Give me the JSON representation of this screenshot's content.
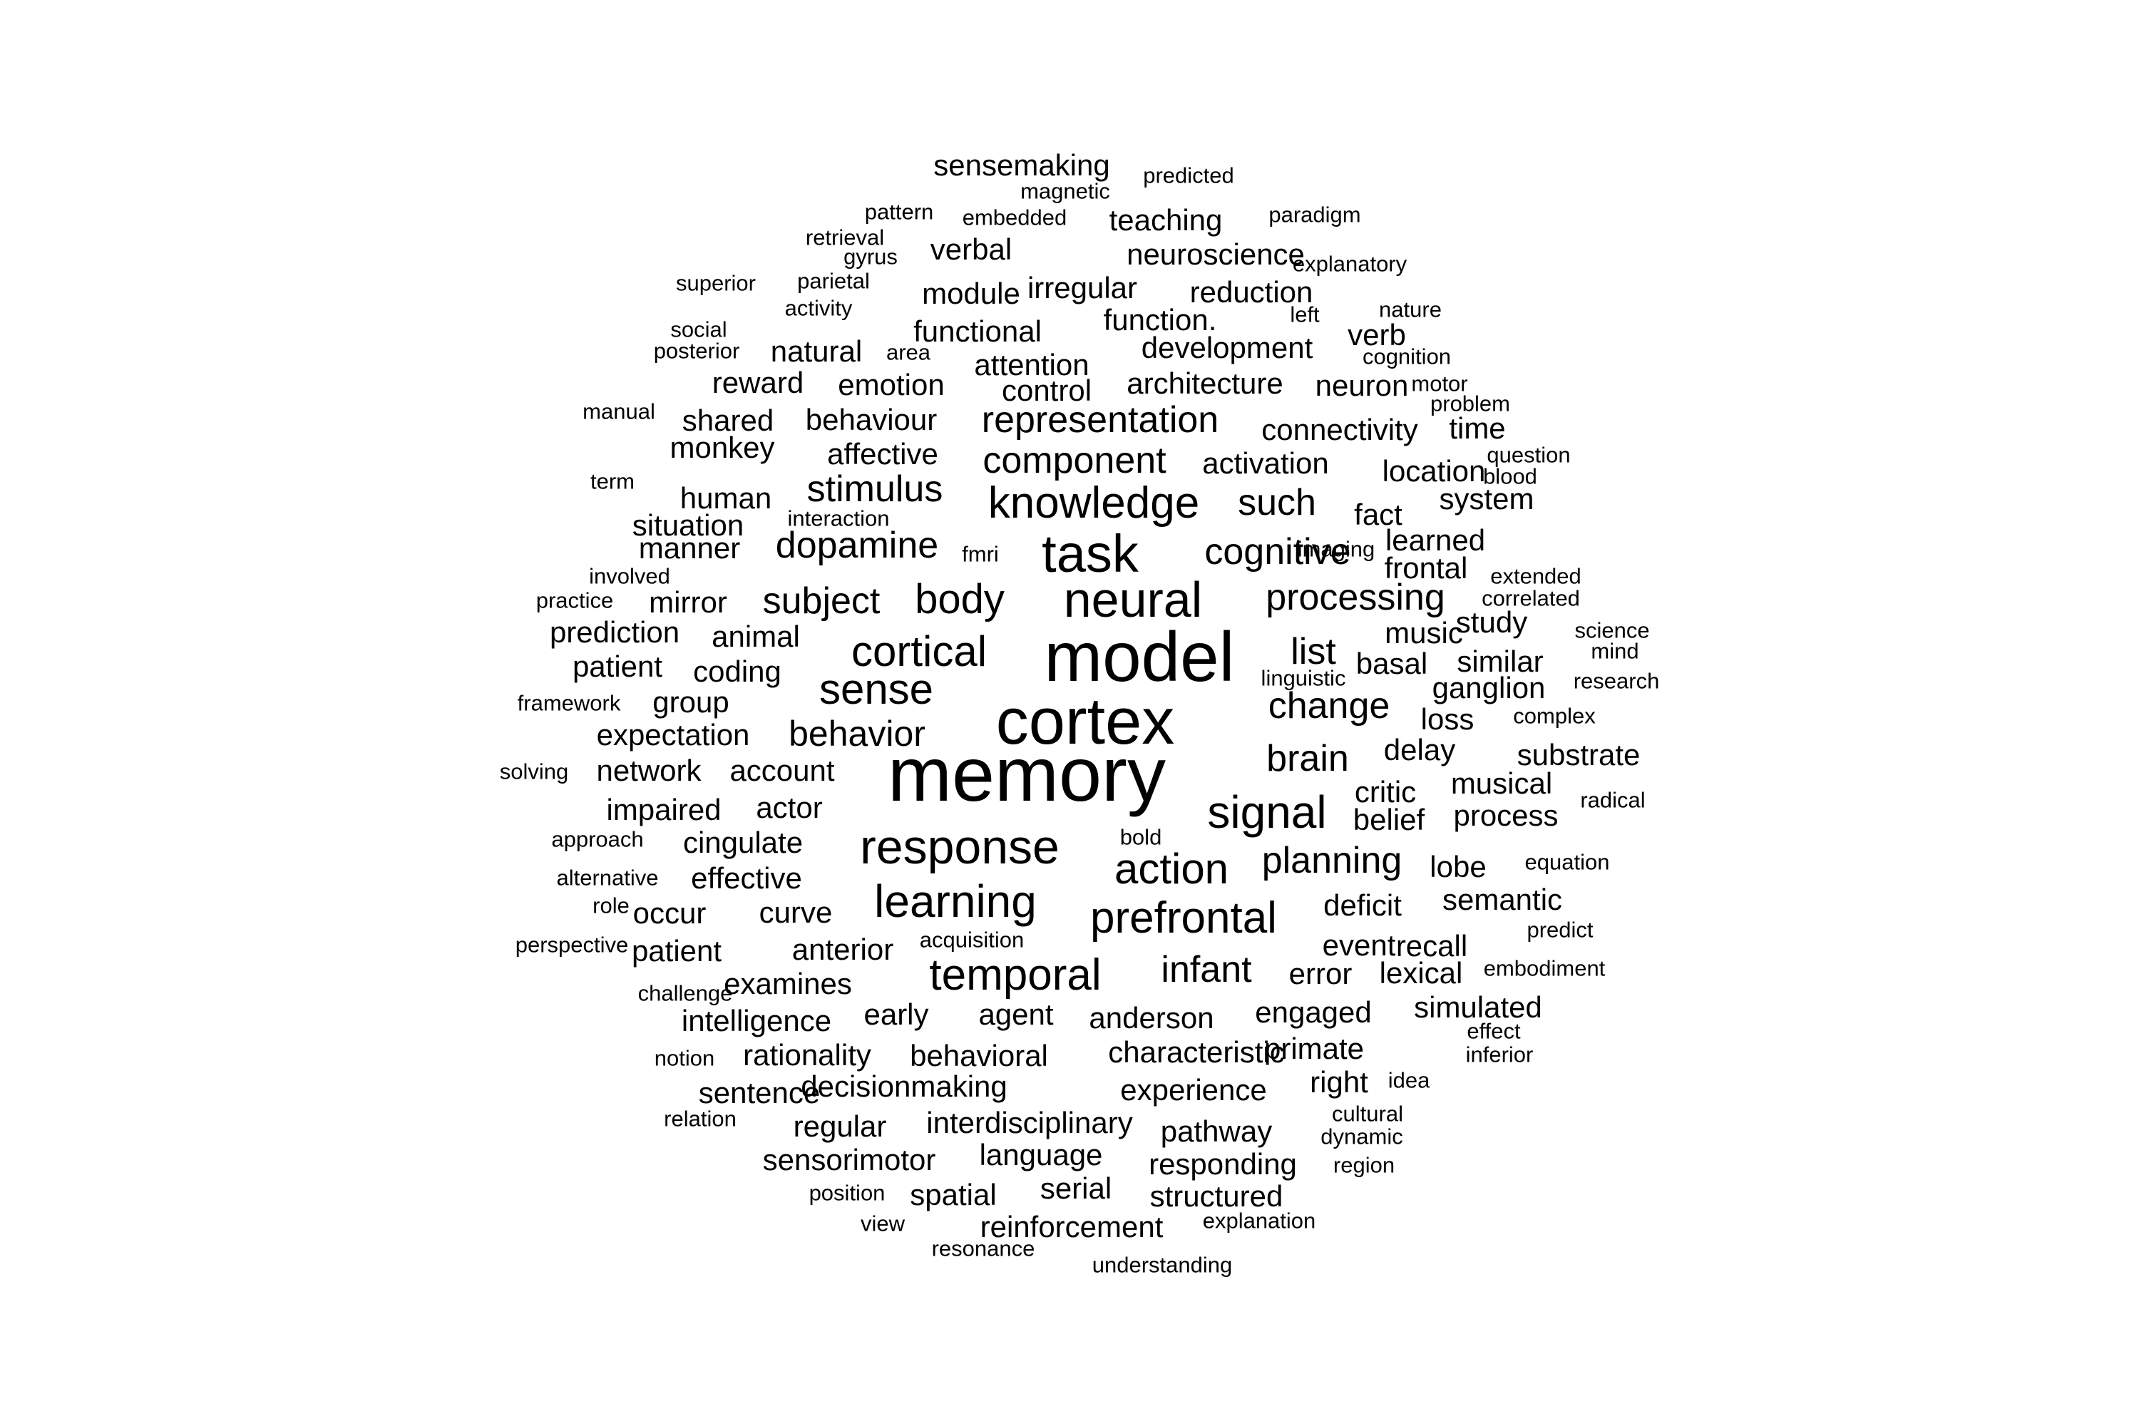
{
  "text_color": "#000000",
  "background_color": "#ffffff",
  "words": [
    {
      "text": "memory",
      "weight": 100
    },
    {
      "text": "cortex",
      "weight": 95
    },
    {
      "text": "model",
      "weight": 92
    },
    {
      "text": "task",
      "weight": 74
    },
    {
      "text": "response",
      "weight": 72
    },
    {
      "text": "neural",
      "weight": 71
    },
    {
      "text": "learning",
      "weight": 64
    },
    {
      "text": "prefrontal",
      "weight": 63
    },
    {
      "text": "temporal",
      "weight": 62
    },
    {
      "text": "knowledge",
      "weight": 62
    },
    {
      "text": "signal",
      "weight": 62
    },
    {
      "text": "action",
      "weight": 58
    },
    {
      "text": "cortical",
      "weight": 58
    },
    {
      "text": "sense",
      "weight": 57
    },
    {
      "text": "body",
      "weight": 56
    },
    {
      "text": "dopamine",
      "weight": 52
    },
    {
      "text": "cognitive",
      "weight": 52
    },
    {
      "text": "processing",
      "weight": 50
    },
    {
      "text": "stimulus",
      "weight": 50
    },
    {
      "text": "representation",
      "weight": 50
    },
    {
      "text": "component",
      "weight": 50
    },
    {
      "text": "behavior",
      "weight": 50
    },
    {
      "text": "subject",
      "weight": 50
    },
    {
      "text": "infant",
      "weight": 50
    },
    {
      "text": "planning",
      "weight": 50
    },
    {
      "text": "such",
      "weight": 50
    },
    {
      "text": "list",
      "weight": 50
    },
    {
      "text": "change",
      "weight": 50
    },
    {
      "text": "brain",
      "weight": 50
    },
    {
      "text": "teaching",
      "weight": 40
    },
    {
      "text": "verbal",
      "weight": 40
    },
    {
      "text": "neuroscience",
      "weight": 40
    },
    {
      "text": "module",
      "weight": 40
    },
    {
      "text": "irregular",
      "weight": 40
    },
    {
      "text": "reduction",
      "weight": 40
    },
    {
      "text": "functional",
      "weight": 40
    },
    {
      "text": "function.",
      "weight": 40
    },
    {
      "text": "verb",
      "weight": 40
    },
    {
      "text": "natural",
      "weight": 40
    },
    {
      "text": "development",
      "weight": 40
    },
    {
      "text": "attention",
      "weight": 40
    },
    {
      "text": "reward",
      "weight": 40
    },
    {
      "text": "emotion",
      "weight": 40
    },
    {
      "text": "control",
      "weight": 40
    },
    {
      "text": "architecture",
      "weight": 40
    },
    {
      "text": "neuron",
      "weight": 40
    },
    {
      "text": "shared",
      "weight": 40
    },
    {
      "text": "behaviour",
      "weight": 40
    },
    {
      "text": "connectivity",
      "weight": 40
    },
    {
      "text": "time",
      "weight": 40
    },
    {
      "text": "monkey",
      "weight": 40
    },
    {
      "text": "affective",
      "weight": 40
    },
    {
      "text": "activation",
      "weight": 40
    },
    {
      "text": "location",
      "weight": 40
    },
    {
      "text": "human",
      "weight": 40
    },
    {
      "text": "system",
      "weight": 40
    },
    {
      "text": "situation",
      "weight": 40
    },
    {
      "text": "fact",
      "weight": 40
    },
    {
      "text": "manner",
      "weight": 40
    },
    {
      "text": "learned",
      "weight": 40
    },
    {
      "text": "frontal",
      "weight": 40
    },
    {
      "text": "mirror",
      "weight": 40
    },
    {
      "text": "study",
      "weight": 40
    },
    {
      "text": "prediction",
      "weight": 40
    },
    {
      "text": "animal",
      "weight": 40
    },
    {
      "text": "music",
      "weight": 40
    },
    {
      "text": "patient",
      "weight": 40
    },
    {
      "text": "coding",
      "weight": 40
    },
    {
      "text": "basal",
      "weight": 40
    },
    {
      "text": "similar",
      "weight": 40
    },
    {
      "text": "ganglion",
      "weight": 40
    },
    {
      "text": "group",
      "weight": 40
    },
    {
      "text": "loss",
      "weight": 40
    },
    {
      "text": "expectation",
      "weight": 40
    },
    {
      "text": "delay",
      "weight": 40
    },
    {
      "text": "substrate",
      "weight": 40
    },
    {
      "text": "network",
      "weight": 40
    },
    {
      "text": "account",
      "weight": 40
    },
    {
      "text": "critic",
      "weight": 40
    },
    {
      "text": "musical",
      "weight": 40
    },
    {
      "text": "impaired",
      "weight": 40
    },
    {
      "text": "actor",
      "weight": 40
    },
    {
      "text": "belief",
      "weight": 40
    },
    {
      "text": "process",
      "weight": 40
    },
    {
      "text": "cingulate",
      "weight": 40
    },
    {
      "text": "effective",
      "weight": 40
    },
    {
      "text": "lobe",
      "weight": 40
    },
    {
      "text": "occur",
      "weight": 40
    },
    {
      "text": "curve",
      "weight": 40
    },
    {
      "text": "deficit",
      "weight": 40
    },
    {
      "text": "semantic",
      "weight": 40
    },
    {
      "text": "patient",
      "weight": 40
    },
    {
      "text": "anterior",
      "weight": 40
    },
    {
      "text": "event",
      "weight": 40
    },
    {
      "text": "recall",
      "weight": 40
    },
    {
      "text": "examines",
      "weight": 40
    },
    {
      "text": "error",
      "weight": 40
    },
    {
      "text": "lexical",
      "weight": 40
    },
    {
      "text": "intelligence",
      "weight": 40
    },
    {
      "text": "early",
      "weight": 40
    },
    {
      "text": "agent",
      "weight": 40
    },
    {
      "text": "anderson",
      "weight": 40
    },
    {
      "text": "engaged",
      "weight": 40
    },
    {
      "text": "simulated",
      "weight": 40
    },
    {
      "text": "rationality",
      "weight": 40
    },
    {
      "text": "behavioral",
      "weight": 40
    },
    {
      "text": "characteristic",
      "weight": 40
    },
    {
      "text": "primate",
      "weight": 40
    },
    {
      "text": "sentence",
      "weight": 40
    },
    {
      "text": "decisionmaking",
      "weight": 40
    },
    {
      "text": "experience",
      "weight": 40
    },
    {
      "text": "right",
      "weight": 40
    },
    {
      "text": "regular",
      "weight": 40
    },
    {
      "text": "interdisciplinary",
      "weight": 40
    },
    {
      "text": "pathway",
      "weight": 40
    },
    {
      "text": "sensorimotor",
      "weight": 40
    },
    {
      "text": "language",
      "weight": 40
    },
    {
      "text": "responding",
      "weight": 40
    },
    {
      "text": "spatial",
      "weight": 40
    },
    {
      "text": "serial",
      "weight": 40
    },
    {
      "text": "structured",
      "weight": 40
    },
    {
      "text": "reinforcement",
      "weight": 40
    },
    {
      "text": "sensemaking",
      "weight": 30
    },
    {
      "text": "magnetic",
      "weight": 30
    },
    {
      "text": "predicted",
      "weight": 30
    },
    {
      "text": "pattern",
      "weight": 30
    },
    {
      "text": "embedded",
      "weight": 30
    },
    {
      "text": "paradigm",
      "weight": 30
    },
    {
      "text": "retrieval",
      "weight": 30
    },
    {
      "text": "gyrus",
      "weight": 30
    },
    {
      "text": "explanatory",
      "weight": 30
    },
    {
      "text": "superior",
      "weight": 30
    },
    {
      "text": "parietal",
      "weight": 30
    },
    {
      "text": "activity",
      "weight": 30
    },
    {
      "text": "left",
      "weight": 30
    },
    {
      "text": "nature",
      "weight": 30
    },
    {
      "text": "social",
      "weight": 30
    },
    {
      "text": "posterior",
      "weight": 30
    },
    {
      "text": "area",
      "weight": 30
    },
    {
      "text": "cognition",
      "weight": 30
    },
    {
      "text": "motor",
      "weight": 30
    },
    {
      "text": "manual",
      "weight": 30
    },
    {
      "text": "problem",
      "weight": 30
    },
    {
      "text": "term",
      "weight": 30
    },
    {
      "text": "question",
      "weight": 30
    },
    {
      "text": "interaction",
      "weight": 30
    },
    {
      "text": "blood",
      "weight": 30
    },
    {
      "text": "imaging",
      "weight": 30
    },
    {
      "text": "fmri",
      "weight": 30
    },
    {
      "text": "involved",
      "weight": 30
    },
    {
      "text": "extended",
      "weight": 30
    },
    {
      "text": "practice",
      "weight": 30
    },
    {
      "text": "correlated",
      "weight": 30
    },
    {
      "text": "science",
      "weight": 30
    },
    {
      "text": "linguistic",
      "weight": 30
    },
    {
      "text": "mind",
      "weight": 30
    },
    {
      "text": "research",
      "weight": 30
    },
    {
      "text": "framework",
      "weight": 30
    },
    {
      "text": "complex",
      "weight": 30
    },
    {
      "text": "solving",
      "weight": 30
    },
    {
      "text": "radical",
      "weight": 30
    },
    {
      "text": "approach",
      "weight": 30
    },
    {
      "text": "bold",
      "weight": 30
    },
    {
      "text": "equation",
      "weight": 30
    },
    {
      "text": "alternative",
      "weight": 30
    },
    {
      "text": "role",
      "weight": 30
    },
    {
      "text": "predict",
      "weight": 30
    },
    {
      "text": "perspective",
      "weight": 30
    },
    {
      "text": "acquisition",
      "weight": 30
    },
    {
      "text": "challenge",
      "weight": 30
    },
    {
      "text": "embodiment",
      "weight": 30
    },
    {
      "text": "effect",
      "weight": 30
    },
    {
      "text": "notion",
      "weight": 30
    },
    {
      "text": "inferior",
      "weight": 30
    },
    {
      "text": "idea",
      "weight": 30
    },
    {
      "text": "relation",
      "weight": 30
    },
    {
      "text": "cultural",
      "weight": 30
    },
    {
      "text": "dynamic",
      "weight": 30
    },
    {
      "text": "region",
      "weight": 30
    },
    {
      "text": "position",
      "weight": 30
    },
    {
      "text": "view",
      "weight": 30
    },
    {
      "text": "explanation",
      "weight": 30
    },
    {
      "text": "resonance",
      "weight": 30
    },
    {
      "text": "understanding",
      "weight": 30
    }
  ]
}
